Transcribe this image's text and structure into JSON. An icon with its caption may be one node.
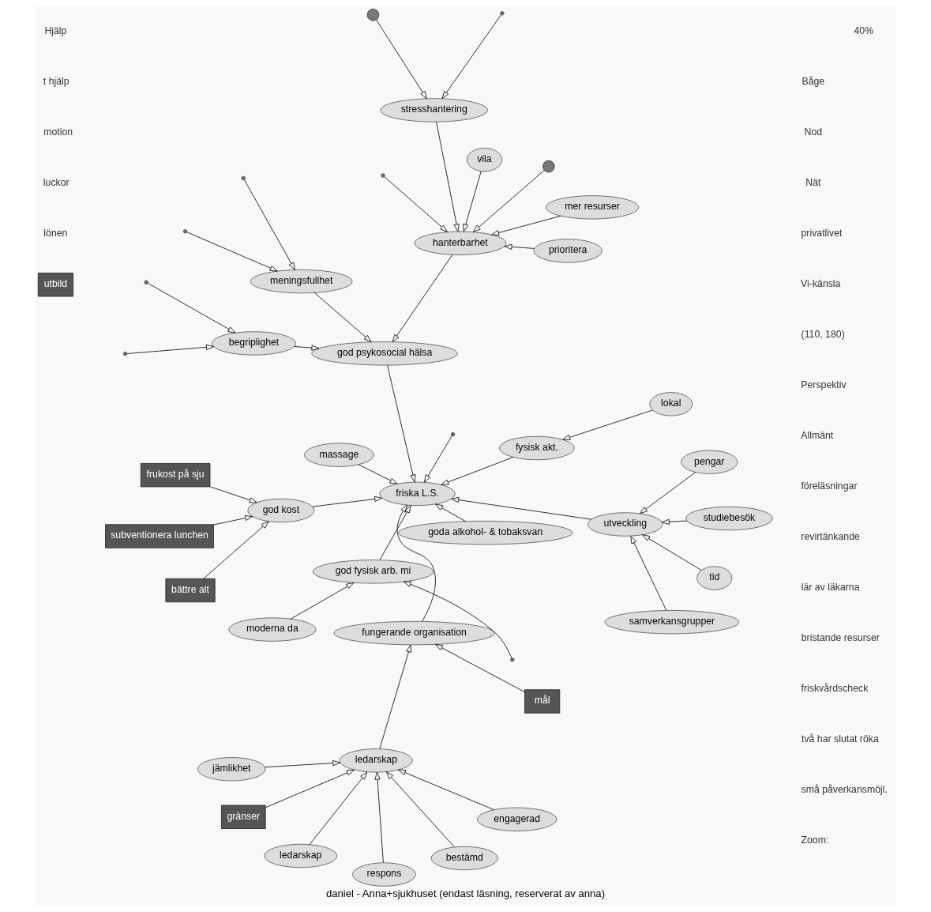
{
  "diagram": {
    "caption": "daniel - Anna+sjukhuset (endast läsning, reserverat av anna)",
    "nodes": [
      {
        "text": [
          "ledarskap"
        ]
      },
      {
        "text": [
          "engagerad"
        ]
      },
      {
        "text": [
          "respons"
        ]
      },
      {
        "text": [
          "jämlikhet"
        ]
      },
      {
        "text": [
          "bestämd"
        ]
      },
      {
        "text": [
          "gränser"
        ]
      },
      {
        "text": [
          "ledarskap"
        ]
      },
      {
        "text": [
          "mål"
        ]
      },
      {
        "text": [
          "fungerande organisation"
        ]
      },
      {
        "text": [
          "goda alkohol- & tobaksvan"
        ]
      },
      {
        "text": [
          "subventionera lunchen"
        ]
      },
      {
        "text": [
          "utbild"
        ]
      },
      {
        "text": [
          "samverkansgrupper"
        ]
      },
      {
        "text": [
          "studiebesök"
        ]
      },
      {
        "text": [
          "pengar"
        ]
      },
      {
        "text": [
          "utveckling"
        ]
      },
      {
        "text": [
          "tid"
        ]
      },
      {
        "text": [
          "bättre alt"
        ]
      },
      {
        "text": [
          "frukost på sju"
        ]
      },
      {
        "text": [
          "god kost"
        ]
      },
      {
        "text": [
          "moderna da"
        ]
      },
      {
        "text": [
          "god fysisk arb. mi"
        ]
      },
      {
        "text": [
          "friska L.S."
        ]
      },
      {
        "text": [
          "lokal"
        ]
      },
      {
        "text": [
          "fysisk akt."
        ]
      },
      {
        "text": [
          "massage"
        ]
      },
      {
        "text": [
          "god psykosocial hälsa"
        ]
      },
      {
        "text": [
          "mer resurser"
        ]
      },
      {
        "text": [
          "begriplighet"
        ]
      },
      {
        "text": [
          "hanterbarhet"
        ]
      },
      {
        "text": [
          "meningsfullhet"
        ]
      },
      {
        "text": [
          "vila"
        ]
      },
      {
        "text": [
          "prioritera"
        ]
      },
      {
        "text": [
          "stresshantering"
        ]
      },
      {
        "text": [],
        "shape": "circle"
      },
      {
        "text": [],
        "shape": "circle"
      }
    ],
    "edges": [
      {
        "from": 0,
        "to": 6,
        "arrow": "to"
      },
      {
        "from": 1,
        "to": 6,
        "arrow": "to"
      },
      {
        "from": 2,
        "to": 6,
        "arrow": "to"
      },
      {
        "from": 3,
        "to": 6,
        "arrow": "to"
      },
      {
        "from": 4,
        "to": 6,
        "arrow": "to"
      },
      {
        "from": 5,
        "to": 6,
        "arrow": "to"
      },
      {
        "from": 6,
        "to": 8,
        "arrow": "to"
      },
      {
        "from": 7,
        "to": 8,
        "arrow": "to"
      },
      {
        "from": 8,
        "to": 22,
        "arrow": "to"
      },
      {
        "from": 9,
        "to": 22,
        "arrow": "to"
      },
      {
        "from": 10,
        "to": 19,
        "arrow": "to"
      },
      {
        "from": 17,
        "to": 19,
        "arrow": "to"
      },
      {
        "from": 18,
        "to": 19,
        "arrow": "to"
      },
      {
        "from": 19,
        "to": 22,
        "arrow": "to"
      },
      {
        "from": 20,
        "to": 21,
        "arrow": "to"
      },
      {
        "from": 21,
        "to": 22,
        "arrow": "to"
      },
      {
        "from": null,
        "to": 21,
        "arrow": "to"
      },
      {
        "from": 25,
        "to": 22,
        "arrow": "to"
      },
      {
        "from": null,
        "to": 22,
        "arrow": "to"
      },
      {
        "from": 15,
        "to": 22,
        "arrow": "to"
      },
      {
        "from": 12,
        "to": 15,
        "arrow": "to"
      },
      {
        "from": 13,
        "to": 15,
        "arrow": "to"
      },
      {
        "from": 14,
        "to": 15,
        "arrow": "to"
      },
      {
        "from": 16,
        "to": 15,
        "arrow": "to"
      },
      {
        "from": 23,
        "to": 24,
        "arrow": "to"
      },
      {
        "from": 24,
        "to": 22,
        "arrow": "to"
      },
      {
        "from": 26,
        "to": 22,
        "arrow": "to"
      },
      {
        "from": 28,
        "to": 26,
        "arrow": "to"
      },
      {
        "from": 29,
        "to": 26,
        "arrow": "to"
      },
      {
        "from": 30,
        "to": 26,
        "arrow": "to"
      },
      {
        "from": 27,
        "to": 29,
        "arrow": "to"
      },
      {
        "from": 31,
        "to": 29,
        "arrow": "to"
      },
      {
        "from": 32,
        "to": 29,
        "arrow": "to"
      },
      {
        "from": 33,
        "to": 29,
        "arrow": "to"
      },
      {
        "from": null,
        "to": 33,
        "arrow": "to"
      },
      {
        "from": 34,
        "to": 33,
        "arrow": "to"
      },
      {
        "from": 35,
        "to": 29,
        "arrow": "to"
      },
      {
        "from": null,
        "to": 28,
        "arrow": "to"
      },
      {
        "from": null,
        "to": 28,
        "arrow": "to"
      },
      {
        "from": null,
        "to": 29,
        "arrow": "to"
      },
      {
        "from": null,
        "to": 30,
        "arrow": "to"
      },
      {
        "from": null,
        "to": 30,
        "arrow": "to"
      }
    ],
    "labels": [
      "Allmänt",
      "Nät",
      "Nod",
      "Båge",
      "Perspektiv",
      "Zoom:",
      "40%",
      "Hjälp",
      "(110, 180)",
      "t hjälp",
      "två har slutat röka",
      "lär av läkarna",
      "Vi-känsla",
      "motion",
      "revirtänkande",
      "friskvårdscheck",
      "föreläsningar",
      "små påverkansmöjl.",
      "bristande resurser",
      "luckor",
      "lönen",
      "privatlivet"
    ]
  }
}
